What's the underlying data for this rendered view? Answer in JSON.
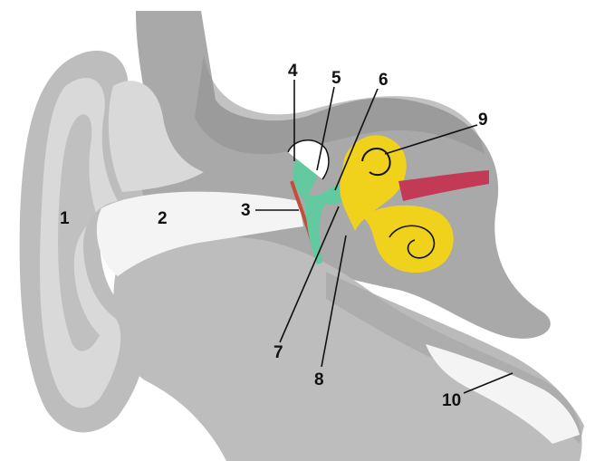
{
  "labels": [
    "1",
    "2",
    "3",
    "4",
    "5",
    "6",
    "7",
    "8",
    "9",
    "10"
  ],
  "colors": {
    "background": "#ffffff",
    "tissue_light": "#d9d9d9",
    "tissue_mid": "#bdbdbd",
    "bone": "#a9a9a9",
    "bone_dark": "#8f8f8f",
    "canal": "#f4f4f4",
    "ossicles": "#62c9a0",
    "eardrum": "#c0503c",
    "inner_ear": "#f0d21c",
    "nerve": "#c23a55"
  }
}
